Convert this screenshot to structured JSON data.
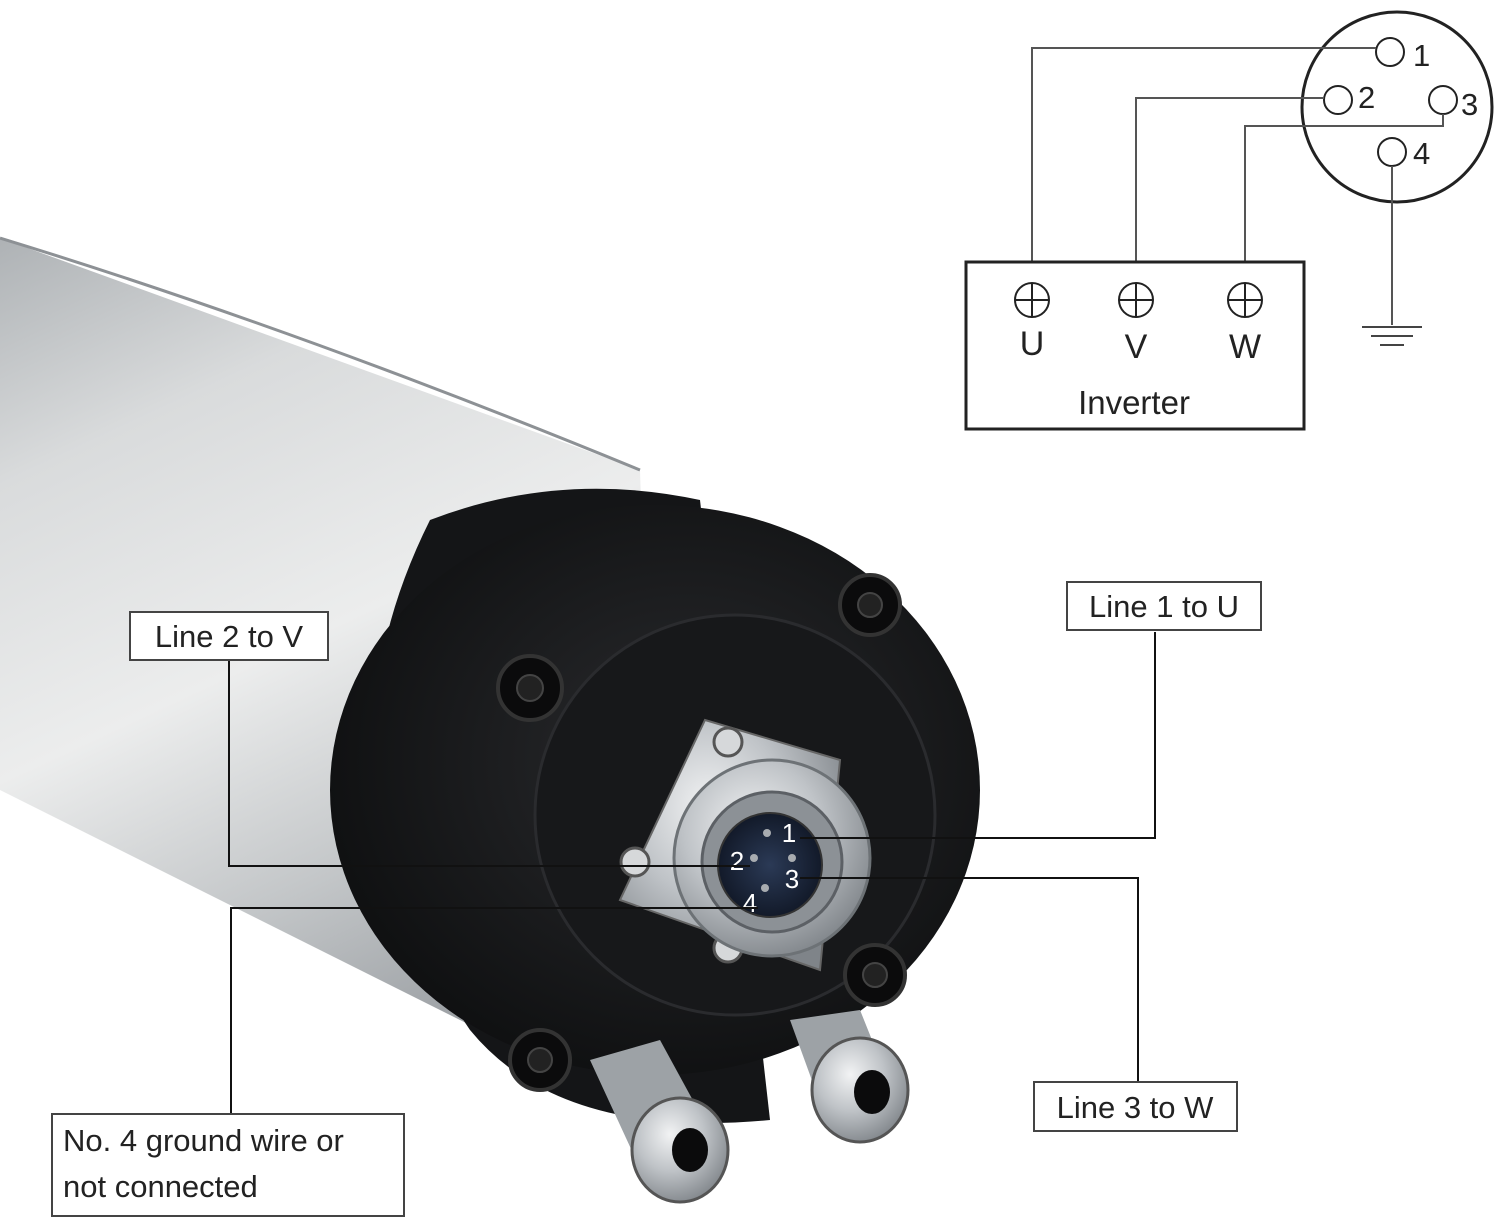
{
  "pinout": {
    "pins": [
      "1",
      "2",
      "3",
      "4"
    ],
    "inverter": {
      "label": "Inverter",
      "terminals": [
        "U",
        "V",
        "W"
      ]
    },
    "ground_icon": "ground-symbol-icon"
  },
  "connector": {
    "pin_labels": [
      "1",
      "2",
      "3",
      "4"
    ]
  },
  "callouts": {
    "line1": "Line 1 to U",
    "line2": "Line 2 to V",
    "line3": "Line 3 to W",
    "line4_a": "No. 4 ground wire or",
    "line4_b": "not connected"
  },
  "colors": {
    "spindle_body": "#c9cbcc",
    "end_cap": "#1b1c1e",
    "connector_metal": "#b8bcc0",
    "line": "#444444"
  }
}
